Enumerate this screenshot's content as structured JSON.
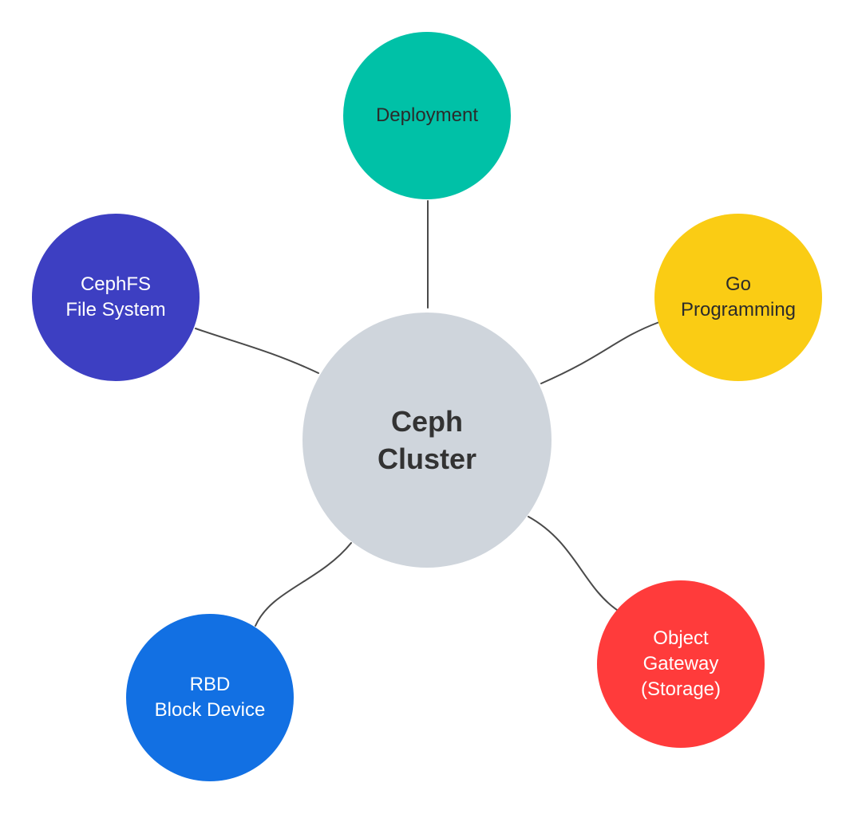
{
  "diagram": {
    "center": {
      "lines": [
        "Ceph",
        "Cluster"
      ],
      "color": "#cfd5dc"
    },
    "nodes": {
      "deployment": {
        "lines": [
          "Deployment"
        ],
        "color": "#00c1a7"
      },
      "cephfs": {
        "lines": [
          "CephFS",
          "File System"
        ],
        "color": "#3d3fc2"
      },
      "go": {
        "lines": [
          "Go",
          "Programming"
        ],
        "color": "#facc14"
      },
      "rbd": {
        "lines": [
          "RBD",
          "Block Device"
        ],
        "color": "#1270e3"
      },
      "object_gateway": {
        "lines": [
          "Object",
          "Gateway",
          "(Storage)"
        ],
        "color": "#ff3b3b"
      }
    },
    "edges": [
      {
        "from": "center",
        "to": "deployment"
      },
      {
        "from": "center",
        "to": "cephfs"
      },
      {
        "from": "center",
        "to": "go"
      },
      {
        "from": "center",
        "to": "rbd"
      },
      {
        "from": "center",
        "to": "object_gateway"
      }
    ],
    "line_color": "#4a4a4a"
  }
}
